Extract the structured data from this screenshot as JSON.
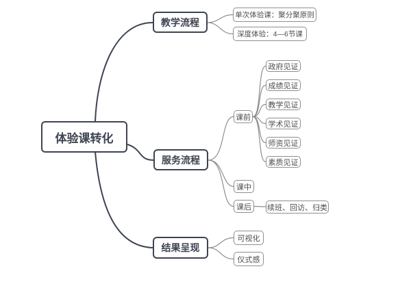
{
  "diagram": {
    "type": "mindmap",
    "root": {
      "label": "体验课转化"
    },
    "branches": [
      {
        "label": "教学流程",
        "children": [
          {
            "label": "单次体验课：聚分聚原则"
          },
          {
            "label": "深度体验：4—6节课"
          }
        ]
      },
      {
        "label": "服务流程",
        "children": [
          {
            "label": "课前",
            "children": [
              {
                "label": "政府见证"
              },
              {
                "label": "成绩见证"
              },
              {
                "label": "教学见证"
              },
              {
                "label": "学术见证"
              },
              {
                "label": "师资见证"
              },
              {
                "label": "素质见证"
              }
            ]
          },
          {
            "label": "课中"
          },
          {
            "label": "课后",
            "children": [
              {
                "label": "续班、回访、归类"
              }
            ]
          }
        ]
      },
      {
        "label": "结果呈现",
        "children": [
          {
            "label": "可视化"
          },
          {
            "label": "仪式感"
          }
        ]
      }
    ],
    "colors": {
      "background": "#ffffff",
      "main_border": "#3d4451",
      "main_text": "#3d4451",
      "leaf_border": "#8e8e8e",
      "leaf_text": "#4c4c4c"
    }
  }
}
